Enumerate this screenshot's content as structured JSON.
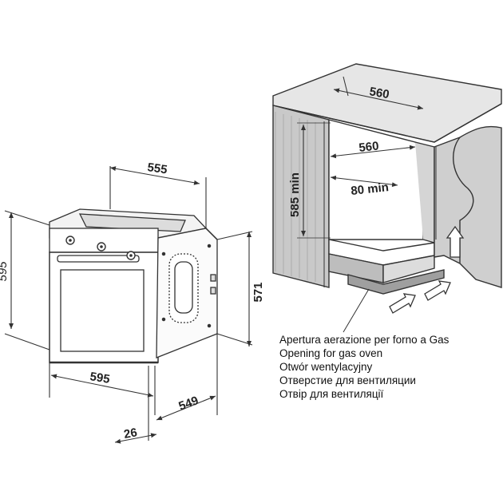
{
  "oven": {
    "dim_top_width": "555",
    "dim_left_height": "595",
    "dim_right_height": "571",
    "dim_front_width": "595",
    "dim_depth": "549",
    "dim_panel": "26"
  },
  "cabinet": {
    "dim_top": "560",
    "dim_inner_width": "560",
    "dim_vent": "80 min",
    "dim_height": "585 min"
  },
  "ventilation_notes": [
    "Apertura aerazione per forno a Gas",
    "Opening for gas oven",
    "Otwór wentylacyjny",
    "Отверстие для вентиляции",
    "Отвір для вентиляції"
  ]
}
